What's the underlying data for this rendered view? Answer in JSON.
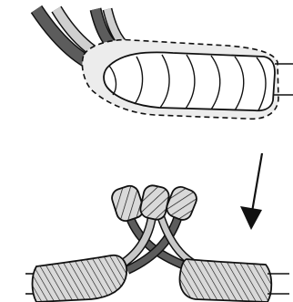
{
  "figure": {
    "kind": "wire-splice-illustration",
    "description_visible_text": "",
    "colors": {
      "outline": "#111111",
      "wire_dark": "#5c5c5c",
      "wire_light": "#c8c8c8",
      "wrap_fill": "#e6e6e6",
      "tube_fill": "#d9d9d9",
      "background": "#ffffff"
    },
    "panels": [
      {
        "id": "top",
        "content": "bundle-with-heat-shrink-wrap"
      },
      {
        "id": "bottom",
        "content": "twisted-wires-with-caps-joined"
      }
    ],
    "arrow": {
      "direction": "down"
    }
  }
}
